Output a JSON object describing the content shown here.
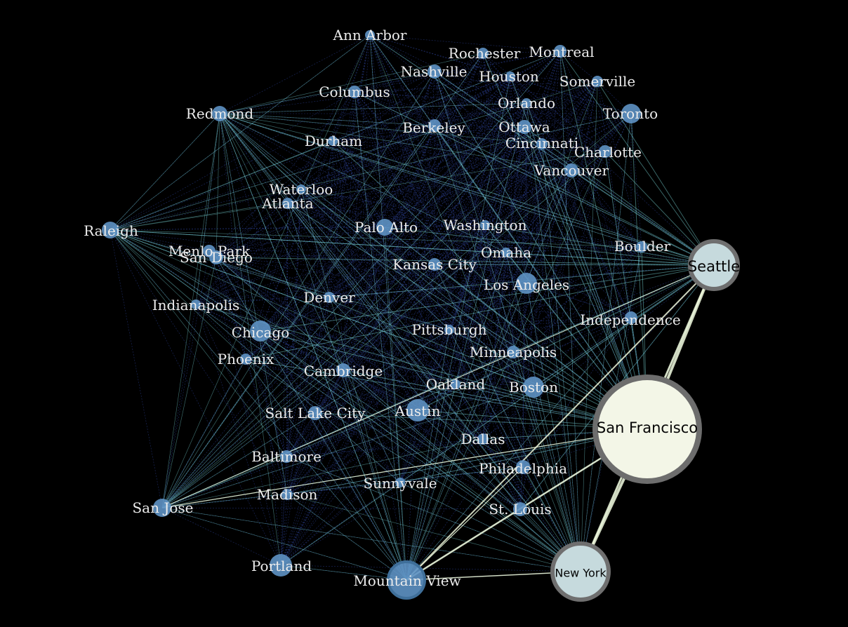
{
  "colors": {
    "background": "#000000",
    "edge_dense": "#3a55c8",
    "edge_cyan": "#7fe0e0",
    "edge_light": "#f0f8dc",
    "node_small": "#5e92c4",
    "node_big_fill": "#f3f6e7",
    "node_big_ring": "#6d6d6d",
    "node_mid_fill": "#c6dadd",
    "node_mid_ring": "#6f6f6f",
    "label": "#ececec"
  },
  "nodes": [
    {
      "id": "ann-arbor",
      "label": "Ann Arbor",
      "size": "small"
    },
    {
      "id": "rochester",
      "label": "Rochester",
      "size": "small"
    },
    {
      "id": "montreal",
      "label": "Montreal",
      "size": "small"
    },
    {
      "id": "nashville",
      "label": "Nashville",
      "size": "small"
    },
    {
      "id": "houston",
      "label": "Houston",
      "size": "small"
    },
    {
      "id": "somerville",
      "label": "Somerville",
      "size": "small"
    },
    {
      "id": "columbus",
      "label": "Columbus",
      "size": "small"
    },
    {
      "id": "redmond",
      "label": "Redmond",
      "size": "small"
    },
    {
      "id": "orlando",
      "label": "Orlando",
      "size": "small"
    },
    {
      "id": "toronto",
      "label": "Toronto",
      "size": "small"
    },
    {
      "id": "berkeley",
      "label": "Berkeley",
      "size": "small"
    },
    {
      "id": "ottawa",
      "label": "Ottawa",
      "size": "small"
    },
    {
      "id": "durham",
      "label": "Durham",
      "size": "small"
    },
    {
      "id": "cincinnati",
      "label": "Cincinnati",
      "size": "small"
    },
    {
      "id": "charlotte",
      "label": "Charlotte",
      "size": "small"
    },
    {
      "id": "vancouver",
      "label": "Vancouver",
      "size": "small"
    },
    {
      "id": "waterloo",
      "label": "Waterloo",
      "size": "small"
    },
    {
      "id": "atlanta",
      "label": "Atlanta",
      "size": "small"
    },
    {
      "id": "raleigh",
      "label": "Raleigh",
      "size": "small"
    },
    {
      "id": "palo-alto",
      "label": "Palo Alto",
      "size": "small"
    },
    {
      "id": "washington",
      "label": "Washington",
      "size": "small"
    },
    {
      "id": "boulder",
      "label": "Boulder",
      "size": "small"
    },
    {
      "id": "menlo-park",
      "label": "Menlo Park",
      "size": "small"
    },
    {
      "id": "san-diego",
      "label": "San Diego",
      "size": "small"
    },
    {
      "id": "omaha",
      "label": "Omaha",
      "size": "small"
    },
    {
      "id": "seattle",
      "label": "Seattle",
      "size": "mid"
    },
    {
      "id": "kansas-city",
      "label": "Kansas City",
      "size": "small"
    },
    {
      "id": "los-angeles",
      "label": "Los Angeles",
      "size": "small"
    },
    {
      "id": "indianapolis",
      "label": "Indianapolis",
      "size": "small"
    },
    {
      "id": "denver",
      "label": "Denver",
      "size": "small"
    },
    {
      "id": "independence",
      "label": "Independence",
      "size": "small"
    },
    {
      "id": "chicago",
      "label": "Chicago",
      "size": "small"
    },
    {
      "id": "pittsburgh",
      "label": "Pittsburgh",
      "size": "small"
    },
    {
      "id": "phoenix",
      "label": "Phoenix",
      "size": "small"
    },
    {
      "id": "minneapolis",
      "label": "Minneapolis",
      "size": "small"
    },
    {
      "id": "cambridge",
      "label": "Cambridge",
      "size": "small"
    },
    {
      "id": "oakland",
      "label": "Oakland",
      "size": "small"
    },
    {
      "id": "boston",
      "label": "Boston",
      "size": "small"
    },
    {
      "id": "austin",
      "label": "Austin",
      "size": "small"
    },
    {
      "id": "salt-lake-city",
      "label": "Salt Lake City",
      "size": "small"
    },
    {
      "id": "san-francisco",
      "label": "San Francisco",
      "size": "big"
    },
    {
      "id": "dallas",
      "label": "Dallas",
      "size": "small"
    },
    {
      "id": "baltimore",
      "label": "Baltimore",
      "size": "small"
    },
    {
      "id": "philadelphia",
      "label": "Philadelphia",
      "size": "small"
    },
    {
      "id": "sunnyvale",
      "label": "Sunnyvale",
      "size": "small"
    },
    {
      "id": "madison",
      "label": "Madison",
      "size": "small"
    },
    {
      "id": "san-jose",
      "label": "San Jose",
      "size": "small"
    },
    {
      "id": "st-louis",
      "label": "St. Louis",
      "size": "small"
    },
    {
      "id": "portland",
      "label": "Portland",
      "size": "small"
    },
    {
      "id": "mountain-view",
      "label": "Mountain View",
      "size": "small"
    },
    {
      "id": "new-york",
      "label": "New York",
      "size": "mid"
    }
  ]
}
